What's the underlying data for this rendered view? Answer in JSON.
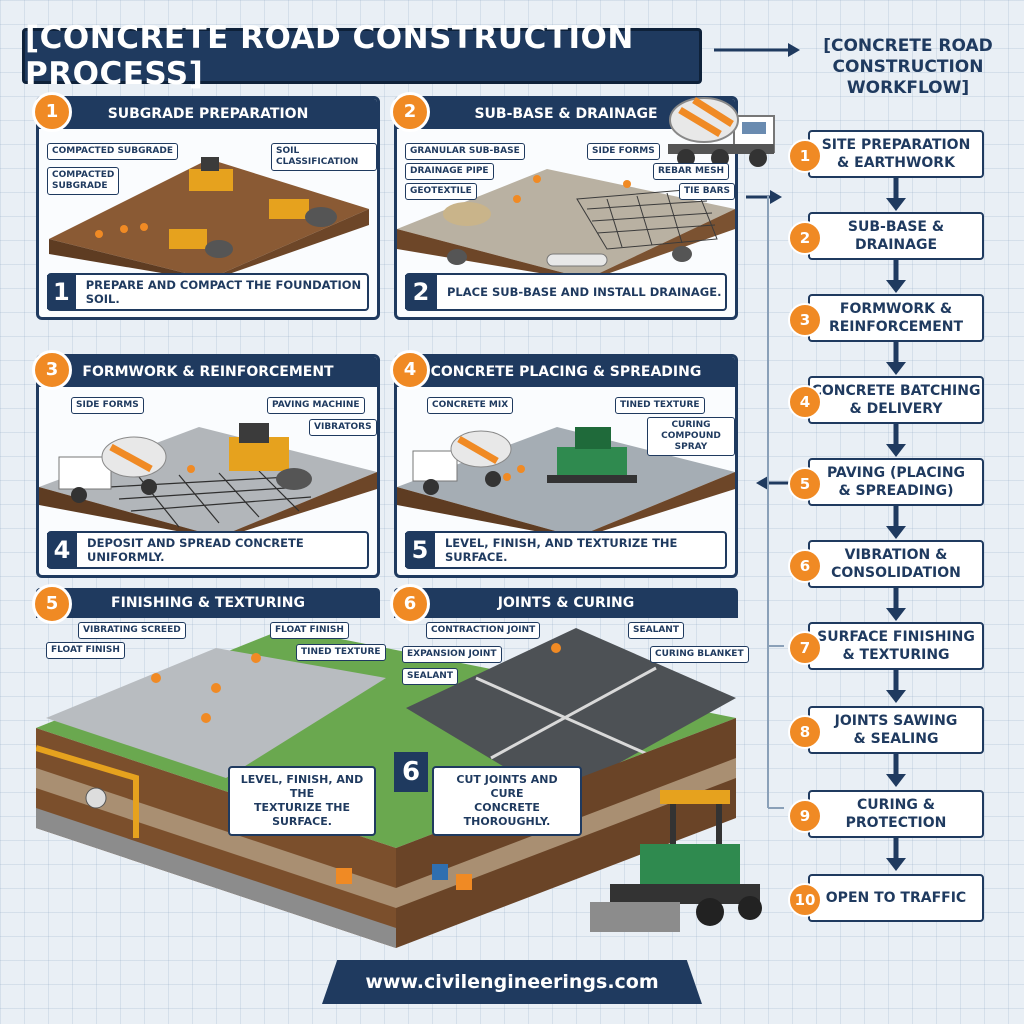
{
  "title": "[CONCRETE ROAD CONSTRUCTION PROCESS]",
  "workflow_title": "[CONCRETE ROAD\nCONSTRUCTION\nWORKFLOW]",
  "panels": [
    {
      "num": "1",
      "header": "SUBGRADE PREPARATION",
      "caption_num": "1",
      "caption": "PREPARE AND COMPACT THE FOUNDATION SOIL.",
      "callouts": [
        "COMPACTED SUBGRADE",
        "COMPACTED\nSUBGRADE",
        "SOIL CLASSIFICATION"
      ]
    },
    {
      "num": "2",
      "header": "SUB-BASE & DRAINAGE",
      "caption_num": "2",
      "caption": "PLACE SUB-BASE AND INSTALL DRAINAGE.",
      "callouts": [
        "GRANULAR SUB-BASE",
        "DRAINAGE PIPE",
        "GEOTEXTILE",
        "SIDE FORMS",
        "REBAR MESH",
        "TIE BARS"
      ]
    },
    {
      "num": "3",
      "header": "FORMWORK & REINFORCEMENT",
      "caption_num": "4",
      "caption": "DEPOSIT AND SPREAD CONCRETE UNIFORMLY.",
      "callouts": [
        "SIDE FORMS",
        "PAVING MACHINE",
        "VIBRATORS"
      ]
    },
    {
      "num": "4",
      "header": "CONCRETE PLACING & SPREADING",
      "caption_num": "5",
      "caption": "LEVEL, FINISH, AND TEXTURIZE THE SURFACE.",
      "callouts": [
        "CONCRETE MIX",
        "TINED TEXTURE",
        "CURING COMPOUND\nSPRAY"
      ]
    },
    {
      "num": "5",
      "header": "FINISHING & TEXTURING",
      "callouts": [
        "VIBRATING SCREED",
        "FLOAT FINISH",
        "FLOAT FINISH",
        "TINED TEXTURE"
      ]
    },
    {
      "num": "6",
      "header": "JOINTS & CURING",
      "callouts": [
        "CONTRACTION JOINT",
        "EXPANSION JOINT",
        "SEALANT",
        "SEALANT",
        "CURING BLANKET"
      ]
    }
  ],
  "bottom_captions": {
    "finishing": "LEVEL, FINISH, AND THE\nTEXTURIZE THE SURFACE.",
    "joints_num": "6",
    "joints": "CUT JOINTS AND CURE\nCONCRETE THOROUGHLY."
  },
  "workflow": [
    {
      "num": "1",
      "label": "SITE PREPARATION\n& EARTHWORK"
    },
    {
      "num": "2",
      "label": "SUB-BASE &\nDRAINAGE"
    },
    {
      "num": "3",
      "label": "FORMWORK &\nREINFORCEMENT"
    },
    {
      "num": "4",
      "label": "CONCRETE BATCHING\n& DELIVERY"
    },
    {
      "num": "5",
      "label": "PAVING (PLACING\n& SPREADING)"
    },
    {
      "num": "6",
      "label": "VIBRATION &\nCONSOLIDATION"
    },
    {
      "num": "7",
      "label": "SURFACE FINISHING\n& TEXTURING"
    },
    {
      "num": "8",
      "label": "JOINTS SAWING\n& SEALING"
    },
    {
      "num": "9",
      "label": "CURING &\nPROTECTION"
    },
    {
      "num": "10",
      "label": "OPEN TO TRAFFIC"
    }
  ],
  "footer": "www.civilengineerings.com",
  "colors": {
    "navy": "#1f3a5f",
    "orange": "#f08a24",
    "soil": "#8a5a34",
    "concrete": "#9aa3ab",
    "grass": "#6aa84f"
  }
}
